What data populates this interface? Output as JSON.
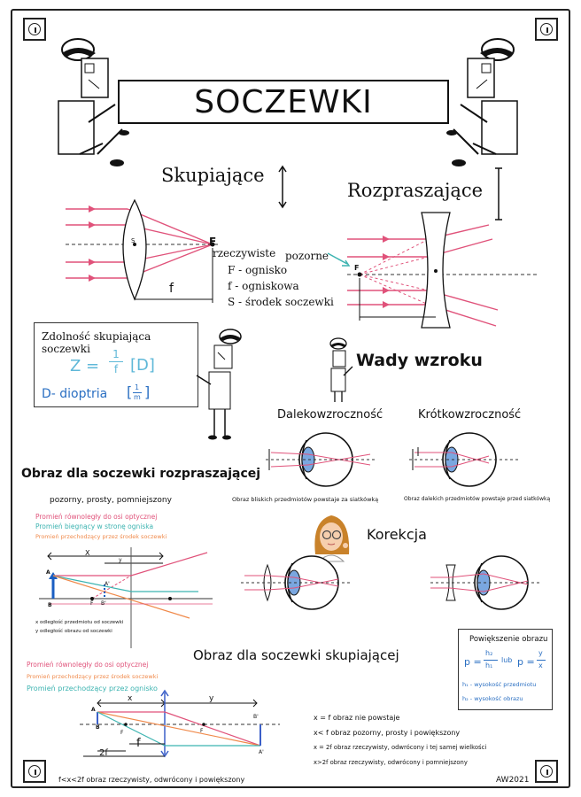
{
  "title": "SOCZEWKI",
  "sections": {
    "skupiajace": "Skupiające",
    "rozpraszajace": "Rozpraszające",
    "rzeczywiste": "rzeczywiste",
    "pozorne": "pozorne",
    "legend": [
      "F - ognisko",
      "f - ogniskowa",
      "S - środek soczewki"
    ],
    "labels": {
      "F": "F",
      "f": "f",
      "S": "S"
    }
  },
  "zdolnosc": {
    "title": "Zdolność skupiająca soczewki",
    "formula_left": "Z =",
    "fraction_num": "1",
    "fraction_den": "f",
    "unit": "[D]",
    "dioptria": "D- dioptria",
    "dioptria_unit_num": "1",
    "dioptria_unit_den": "m"
  },
  "wady": {
    "title": "Wady wzroku",
    "dalekowzrocznosc": "Dalekowzroczność",
    "krotkowzrocznosc": "Krótkowzroczność",
    "dalek_caption": "Obraz bliskich przedmiotów powstaje za siatkówką",
    "krotk_caption": "Obraz dalekich przedmiotów powstaje przed siatkówką",
    "korekcja": "Korekcja"
  },
  "rozpraszajacej": {
    "title": "Obraz dla soczewki rozpraszającej",
    "subtitle": "pozorny, prosty, pomniejszony",
    "rays": [
      {
        "text": "Promień równoległy do osi optycznej",
        "color": "#e0527a"
      },
      {
        "text": "Promień biegnący w stronę ogniska",
        "color": "#3bb3b0"
      },
      {
        "text": "Promień przechodzący przez środek soczewki",
        "color": "#f08a4b"
      }
    ],
    "notes": [
      "x odległość przedmiotu od soczewki",
      "y odległość obrazu od soczewki"
    ],
    "labels": {
      "x": "X",
      "y": "y",
      "A": "A",
      "B": "B",
      "F": "F",
      "B2": "B'",
      "A2": "A'"
    }
  },
  "skupiajacej": {
    "title": "Obraz dla soczewki skupiającej",
    "rays": [
      {
        "text": "Promień równoległy do osi optycznej",
        "color": "#e0527a"
      },
      {
        "text": "Promień przechodzący przez środek soczewki",
        "color": "#f08a4b"
      },
      {
        "text": "Promień przechodzący przez ognisko",
        "color": "#3bb3b0"
      }
    ],
    "labels": {
      "x": "x",
      "y": "y",
      "A": "A",
      "B": "B",
      "F": "F",
      "f": "f",
      "2f": "2f",
      "B2": "B'",
      "A2": "A'"
    },
    "cases": [
      "x = f obraz nie powstaje",
      "x< f obraz pozorny, prosty i powiększony",
      "x = 2f obraz rzeczywisty, odwrócony i tej samej wielkości",
      "x>2f obraz rzeczywisty, odwrócony i pomniejszony"
    ],
    "bottom_case": "f<x<2f obraz rzeczywisty, odwrócony i powiększony"
  },
  "powiekszenie": {
    "title": "Powiększenie obrazu",
    "formula": "p = h₂/h₁  lub  p = y/x",
    "p": "p =",
    "h2": "h₂",
    "h1": "h₁",
    "lub": "lub",
    "y": "y",
    "x": "x",
    "h1_def": "h₁ - wysokość przedmiotu",
    "h2_def": "h₂ - wysokość obrazu"
  },
  "signature": "AW2021",
  "colors": {
    "ray_pink": "#e0527a",
    "ray_teal": "#3bb3b0",
    "ray_orange": "#f08a4b",
    "formula_blue": "#2a6fc2",
    "lens_blue": "#5b8fd6"
  },
  "icons": [
    "corner-ornament-icon",
    "character-icon",
    "eye-icon",
    "lens-icon",
    "arrow-icon"
  ]
}
